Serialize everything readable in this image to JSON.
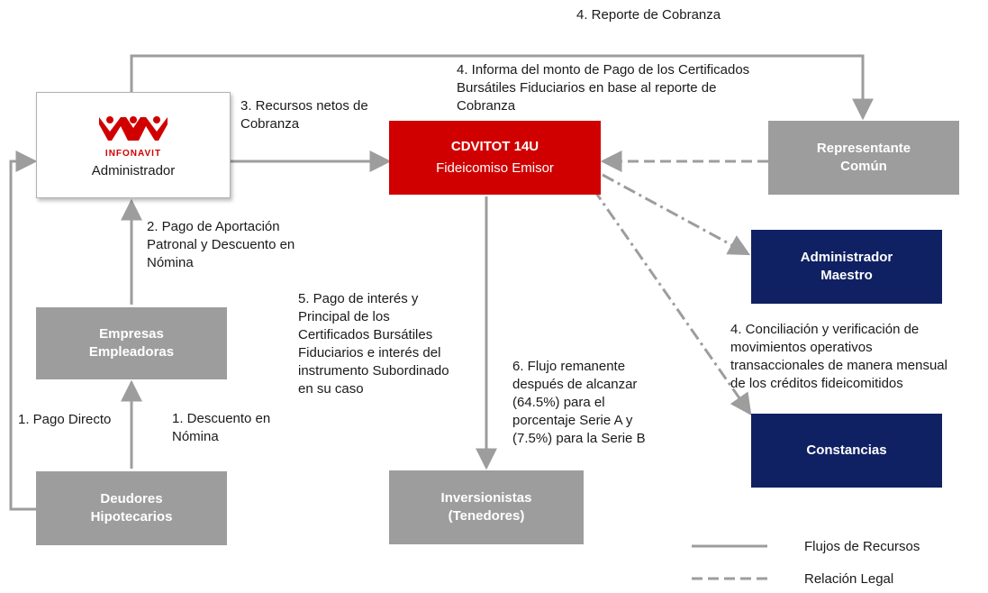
{
  "nodes": {
    "administrador": {
      "brand": "INFONAVIT",
      "label": "Administrador"
    },
    "fideicomiso": {
      "title": "CDVITOT 14U",
      "subtitle": "Fideicomiso Emisor"
    },
    "representante": {
      "label": "Representante\nComún"
    },
    "administrador_maestro": {
      "label": "Administrador\nMaestro"
    },
    "constancias": {
      "label": "Constancias"
    },
    "empresas": {
      "label": "Empresas\nEmpleadoras"
    },
    "deudores": {
      "label": "Deudores\nHipotecarios"
    },
    "inversionistas": {
      "label": "Inversionistas\n(Tenedores)"
    }
  },
  "labels": {
    "reporte_cobranza": "4. Reporte de Cobranza",
    "informa_monto": "4. Informa del monto de Pago de los Certificados\nBursátiles Fiduciarios en base al reporte de\nCobranza",
    "recursos_netos": "3. Recursos netos de\nCobranza",
    "pago_aportacion": "2. Pago de Aportación\nPatronal y Descuento en\nNómina",
    "pago_interes": "5. Pago de interés y\nPrincipal de los\nCertificados Bursátiles\nFiduciarios e interés del\ninstrumento Subordinado\nen su caso",
    "flujo_remanente": "6. Flujo remanente\ndespués de alcanzar\n(64.5%) para el\nporcentaje Serie A y\n(7.5%) para la Serie B",
    "conciliacion": "4. Conciliación y verificación de\nmovimientos operativos\ntransaccionales de manera mensual\nde los créditos fideicomitidos",
    "pago_directo": "1. Pago Directo",
    "descuento_nomina": "1. Descuento en\nNómina"
  },
  "legend": {
    "flujos": "Flujos de Recursos",
    "relacion": "Relación Legal"
  },
  "colors": {
    "red_box": "#d00000",
    "gray_box": "#9d9d9d",
    "navy_box": "#0f2163",
    "line": "#9d9d9d"
  }
}
